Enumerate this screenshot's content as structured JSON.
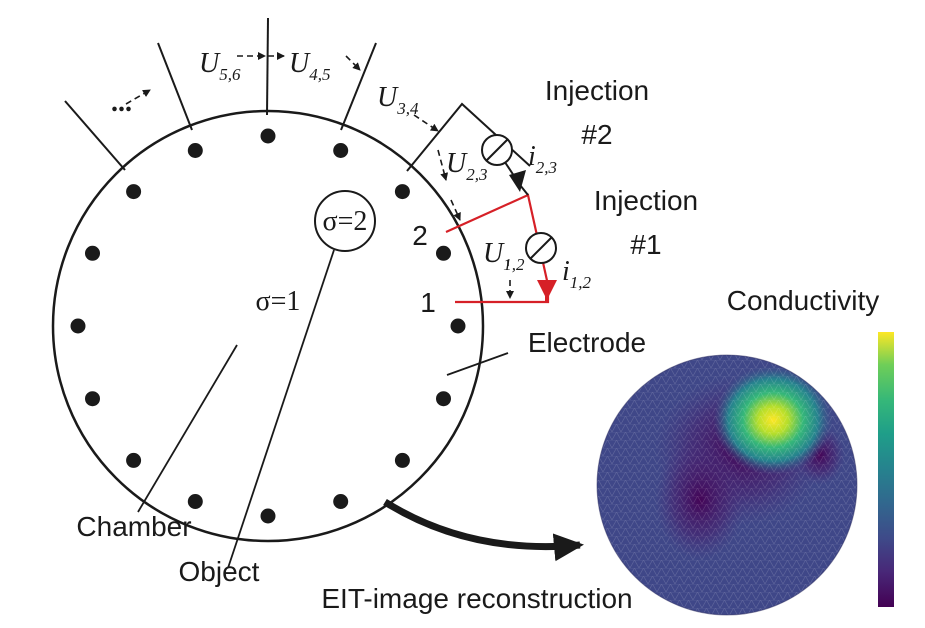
{
  "labels": {
    "injection2_line1": "Injection",
    "injection2_line2": "#2",
    "injection1_line1": "Injection",
    "injection1_line2": "#1",
    "conductivity": "Conductivity",
    "electrode": "Electrode",
    "chamber": "Chamber",
    "object": "Object",
    "reconstruction": "EIT-image reconstruction",
    "sigma_bg": "σ=1",
    "sigma_obj": "σ=2",
    "ellipsis": "...",
    "electrode_1": "1",
    "electrode_2": "2"
  },
  "voltages": [
    {
      "sym": "U",
      "sub": "5,6"
    },
    {
      "sym": "U",
      "sub": "4,5"
    },
    {
      "sym": "U",
      "sub": "3,4"
    },
    {
      "sym": "U",
      "sub": "2,3"
    },
    {
      "sym": "U",
      "sub": "1,2"
    }
  ],
  "currents": [
    {
      "sym": "i",
      "sub": "2,3"
    },
    {
      "sym": "i",
      "sub": "1,2"
    }
  ],
  "colors": {
    "line": "#1a1a1a",
    "injection": "#d62027",
    "map_low": "#440154",
    "map_mid": "#21918c",
    "map_high": "#fde725"
  },
  "electrode_count": 16
}
